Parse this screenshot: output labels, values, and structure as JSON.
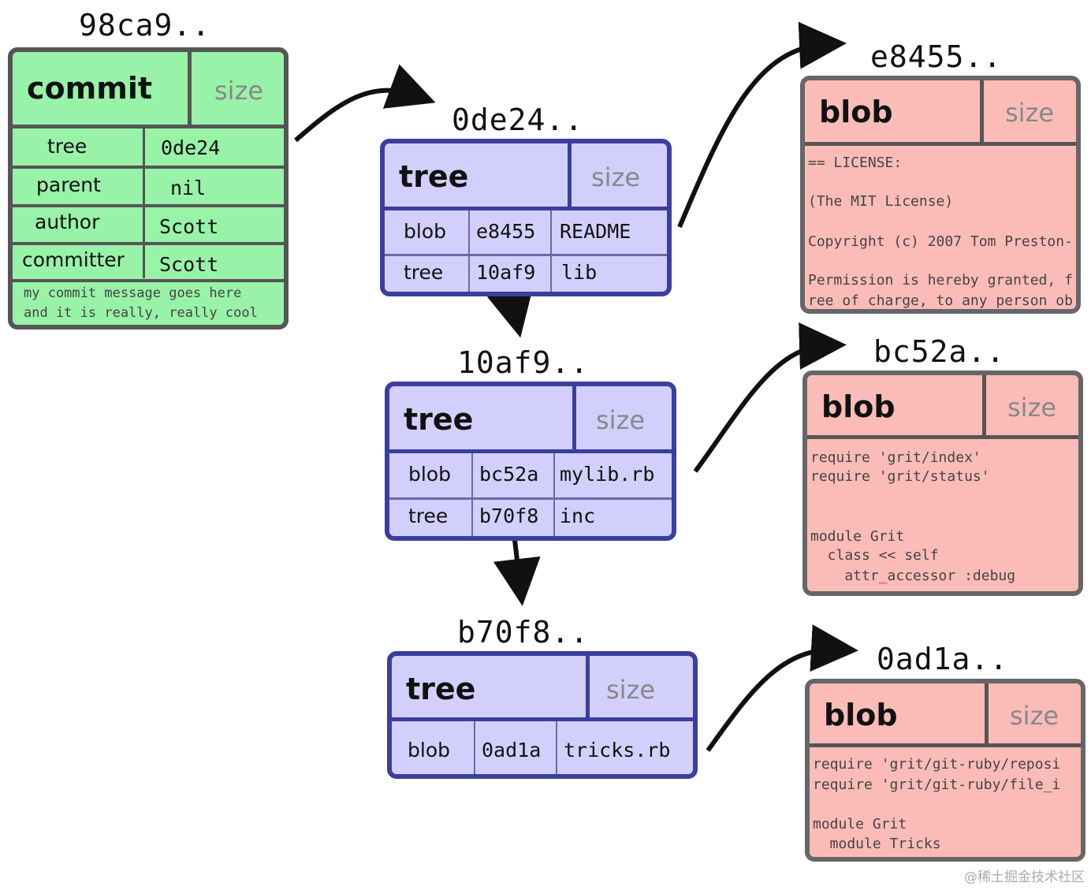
{
  "commit": {
    "hash": "98ca9..",
    "title": "commit",
    "size": "size",
    "fields": [
      {
        "key": "tree",
        "value": "0de24"
      },
      {
        "key": "parent",
        "value": "nil"
      },
      {
        "key": "author",
        "value": "Scott"
      },
      {
        "key": "committer",
        "value": "Scott"
      }
    ],
    "message": [
      "my commit message goes here",
      "and it is really, really cool"
    ]
  },
  "trees": [
    {
      "hash": "0de24..",
      "title": "tree",
      "size": "size",
      "entries": [
        {
          "type": "blob",
          "hash": "e8455",
          "name": "README"
        },
        {
          "type": "tree",
          "hash": "10af9",
          "name": "lib"
        }
      ]
    },
    {
      "hash": "10af9..",
      "title": "tree",
      "size": "size",
      "entries": [
        {
          "type": "blob",
          "hash": "bc52a",
          "name": "mylib.rb"
        },
        {
          "type": "tree",
          "hash": "b70f8",
          "name": "inc"
        }
      ]
    },
    {
      "hash": "b70f8..",
      "title": "tree",
      "size": "size",
      "entries": [
        {
          "type": "blob",
          "hash": "0ad1a",
          "name": "tricks.rb"
        }
      ]
    }
  ],
  "blobs": [
    {
      "hash": "e8455..",
      "title": "blob",
      "size": "size",
      "lines": [
        "== LICENSE:",
        "(The MIT License)",
        "Copyright (c) 2007 Tom Preston-",
        "Permission is hereby granted, f",
        "ree of charge, to any person ob"
      ]
    },
    {
      "hash": "bc52a..",
      "title": "blob",
      "size": "size",
      "lines": [
        "require 'grit/index'",
        "require 'grit/status'",
        "module Grit",
        "  class << self",
        "    attr_accessor :debug"
      ]
    },
    {
      "hash": "0ad1a..",
      "title": "blob",
      "size": "size",
      "lines": [
        "require 'grit/git-ruby/reposi",
        "require 'grit/git-ruby/file_i",
        "module Grit",
        "  module Tricks"
      ]
    }
  ],
  "watermark": "@稀土掘金技术社区",
  "colors": {
    "commit": "#98f2a8",
    "tree": "#d3cffc",
    "tree_border": "#3a3e9e",
    "blob": "#fbbcb8",
    "border": "#555555"
  }
}
